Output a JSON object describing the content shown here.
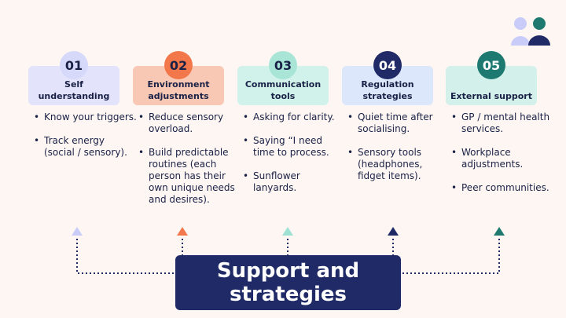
{
  "colors": {
    "background": "#fdf6f2",
    "navy": "#1f2a66",
    "lavender": "#d7d9fb",
    "orange": "#f2784b",
    "mint": "#a9e5d7",
    "teal": "#1e7a70"
  },
  "logo": {
    "icon": "two-people-icon"
  },
  "columns": [
    {
      "number": "01",
      "title": "Self understanding",
      "items": [
        "Know your triggers.",
        "Track energy (social / sensory)."
      ]
    },
    {
      "number": "02",
      "title": "Environment adjustments",
      "items": [
        "Reduce sensory overload.",
        "Build predictable routines (each person has their own unique needs and desires)."
      ]
    },
    {
      "number": "03",
      "title": "Communication tools",
      "items": [
        "Asking for clarity.",
        "Saying “I need time to process.",
        "Sunflower lanyards."
      ]
    },
    {
      "number": "04",
      "title": "Regulation strategies",
      "items": [
        "Quiet time after socialising.",
        "Sensory tools (headphones, fidget items)."
      ]
    },
    {
      "number": "05",
      "title": "External support",
      "items": [
        "GP / mental health services.",
        "Workplace adjustments.",
        "Peer communities."
      ]
    }
  ],
  "center": {
    "title": "Support and strategies"
  }
}
